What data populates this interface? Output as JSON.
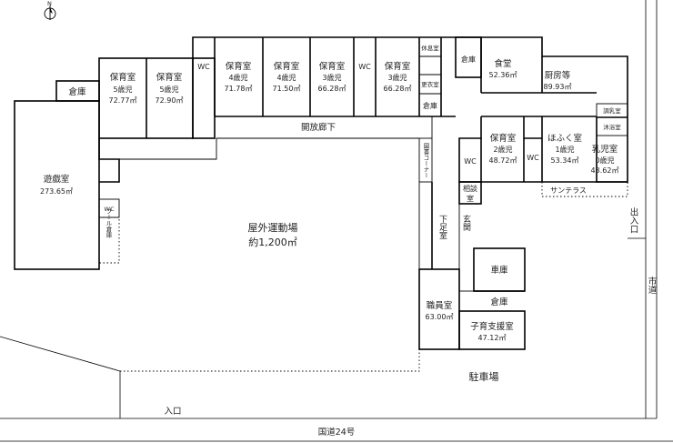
{
  "compass": {
    "north": "N"
  },
  "rooms": {
    "storage_top_left": "倉庫",
    "hoiku5a": {
      "name": "保育室",
      "age": "5歳児",
      "area": "72.77㎡"
    },
    "hoiku5b": {
      "name": "保育室",
      "age": "5歳児",
      "area": "72.90㎡"
    },
    "wc_a": "WC",
    "hoiku4a": {
      "name": "保育室",
      "age": "4歳児",
      "area": "71.78㎡"
    },
    "hoiku4b": {
      "name": "保育室",
      "age": "4歳児",
      "area": "71.50㎡"
    },
    "hoiku3a": {
      "name": "保育室",
      "age": "3歳児",
      "area": "66.28㎡"
    },
    "wc_b": "WC",
    "hoiku3b": {
      "name": "保育室",
      "age": "3歳児",
      "area": "66.28㎡"
    },
    "rest_room": "休息室",
    "changing_room": "更衣室",
    "storage_mid": "倉庫",
    "storage_top_right": "倉庫",
    "dining": {
      "name": "食堂",
      "area": "52.36㎡"
    },
    "kitchen": {
      "name": "厨房等",
      "area": "89.93㎡"
    },
    "formula_room": "調乳室",
    "bath_room": "沐浴室",
    "hoiku2": {
      "name": "保育室",
      "age": "2歳児",
      "area": "48.72㎡"
    },
    "wc_c": "WC",
    "wc_d": "WC",
    "hofuku1": {
      "name": "ほふく室",
      "age": "1歳児",
      "area": "53.34㎡"
    },
    "nyuji0": {
      "name": "乳児室",
      "age": "0歳児",
      "area": "43.62㎡"
    },
    "playroom": {
      "name": "遊戯室",
      "area": "273.65㎡"
    },
    "wc_e": "WC",
    "pool_storage": "プール倉庫",
    "reading_corner": "図書コーナー",
    "consult_line1": "相談",
    "consult_line2": "室",
    "shoe_room": "下足室",
    "entrance": "玄関",
    "garage": "車庫",
    "storage_bottom": "倉庫",
    "staff_room": {
      "name": "職員室",
      "area": "63.00㎡"
    },
    "childcare_support": {
      "name": "子育支援室",
      "area": "47.12㎡"
    }
  },
  "labels": {
    "corridor": "開放廊下",
    "sun_terrace": "サンテラス",
    "playground_name": "屋外運動場",
    "playground_area": "約1,200㎡",
    "parking": "駐車場",
    "entrance_bottom": "入口",
    "entrance_right": "出入口",
    "city_road": "市道",
    "national_road": "国道24号"
  }
}
